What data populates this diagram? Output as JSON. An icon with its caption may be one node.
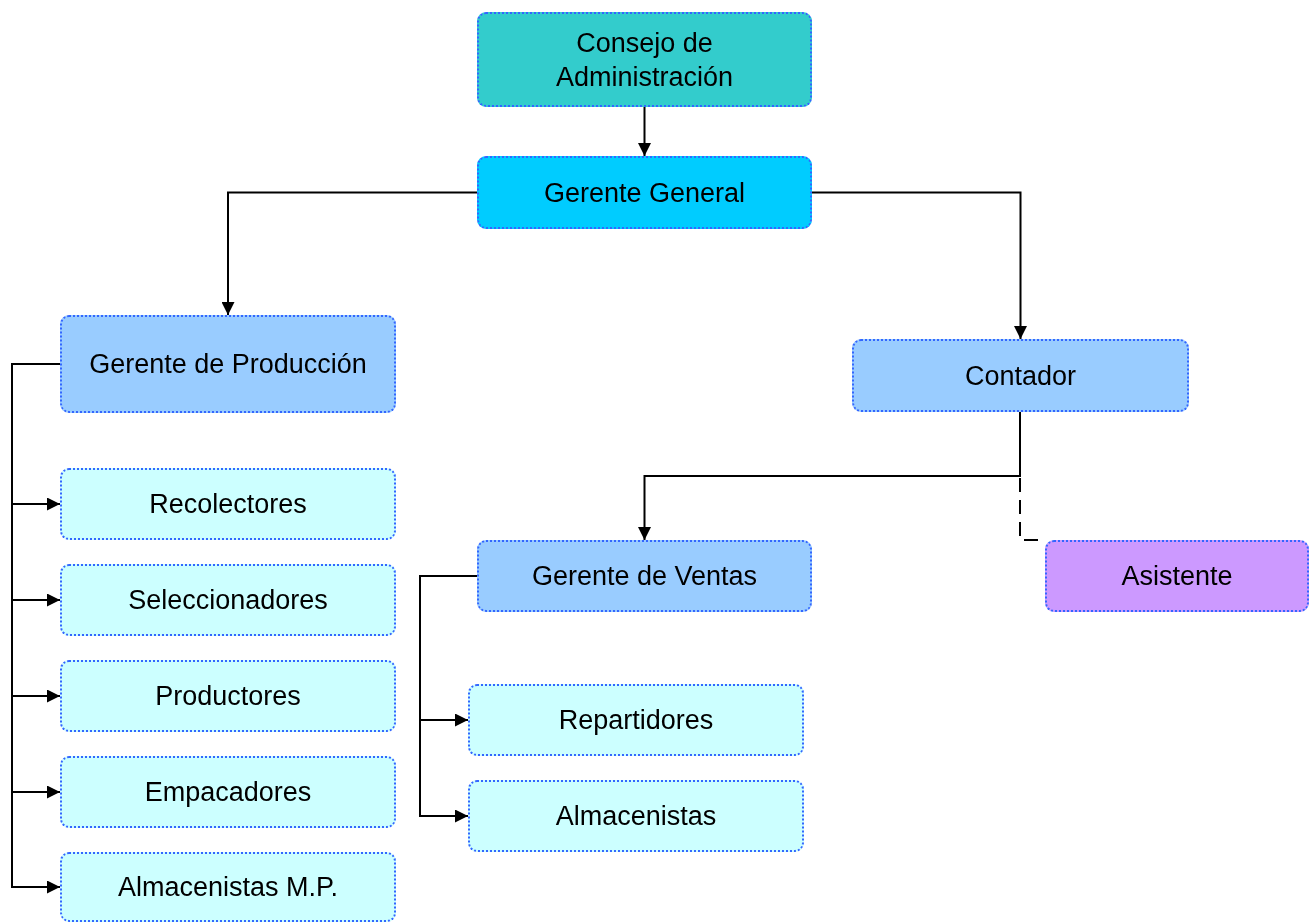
{
  "diagram": {
    "nodes": [
      {
        "text": [
          "Consejo de Administración"
        ]
      },
      {
        "text": [
          "Gerente General"
        ]
      },
      {
        "text": [
          "Gerente de Producción"
        ]
      },
      {
        "text": [
          "Contador"
        ]
      },
      {
        "text": [
          "Recolectores"
        ]
      },
      {
        "text": [
          "Seleccionadores"
        ]
      },
      {
        "text": [
          "Productores"
        ]
      },
      {
        "text": [
          "Empacadores"
        ]
      },
      {
        "text": [
          "Almacenistas M.P."
        ]
      },
      {
        "text": [
          "Gerente de Ventas"
        ]
      },
      {
        "text": [
          "Asistente"
        ]
      },
      {
        "text": [
          "Repartidores"
        ]
      },
      {
        "text": [
          "Almacenistas"
        ]
      }
    ],
    "edges": [
      {
        "from": 0,
        "to": 1,
        "arrow": "to"
      },
      {
        "from": 1,
        "to": 2,
        "arrow": "to"
      },
      {
        "from": 1,
        "to": 3,
        "arrow": "to"
      },
      {
        "from": 3,
        "to": 9,
        "arrow": "to"
      },
      {
        "from": 3,
        "to": 10,
        "arrow": "none",
        "style": "dashed"
      },
      {
        "from": 2,
        "to": 4,
        "arrow": "to"
      },
      {
        "from": 2,
        "to": 5,
        "arrow": "to"
      },
      {
        "from": 2,
        "to": 6,
        "arrow": "to"
      },
      {
        "from": 2,
        "to": 7,
        "arrow": "to"
      },
      {
        "from": 2,
        "to": 8,
        "arrow": "to"
      },
      {
        "from": 9,
        "to": 11,
        "arrow": "to"
      },
      {
        "from": 9,
        "to": 12,
        "arrow": "to"
      }
    ]
  }
}
